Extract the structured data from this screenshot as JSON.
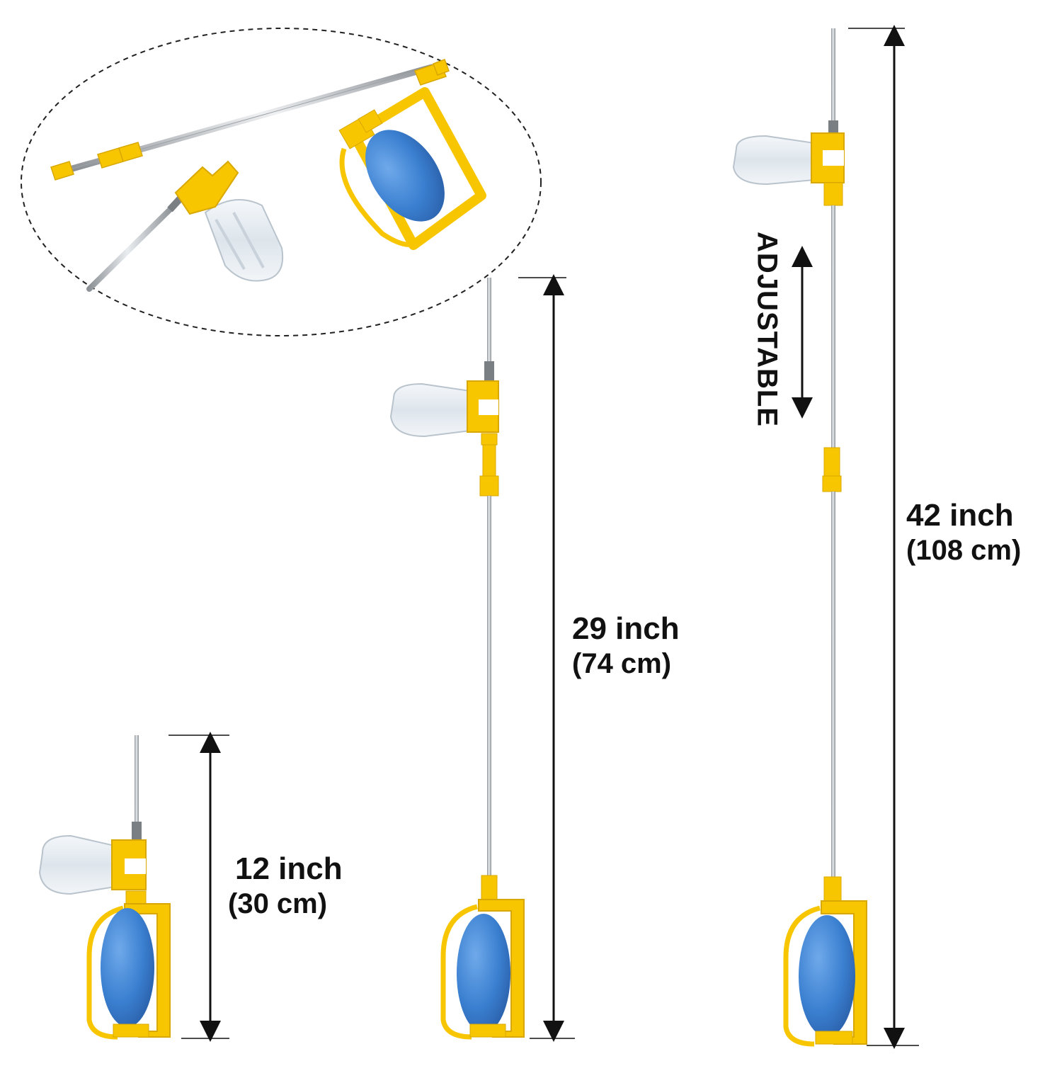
{
  "labels": {
    "short_inch": "12 inch",
    "short_cm": "(30 cm)",
    "medium_inch": "29 inch",
    "medium_cm": "(74 cm)",
    "long_inch": "42 inch",
    "long_cm": "(108 cm)",
    "adjustable": "ADJUSTABLE"
  },
  "colors": {
    "accent_yellow": "#F7C600",
    "bulb_blue": "#3A7FD0",
    "metal": "#B8BCC0",
    "line": "#111111"
  }
}
